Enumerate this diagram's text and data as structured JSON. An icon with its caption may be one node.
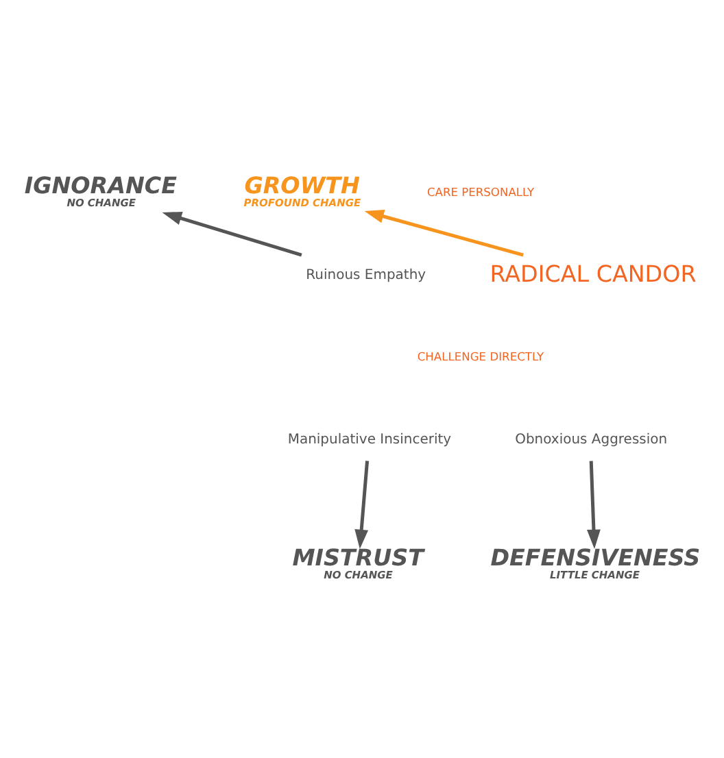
{
  "diagram": {
    "nodes": [
      {
        "text": [
          "IGNORANCE",
          "NO CHANGE"
        ]
      },
      {
        "text": [
          "GROWTH",
          "PROFOUND CHANGE"
        ]
      },
      {
        "text": [
          "Ruinous Empathy"
        ]
      },
      {
        "text": [
          "RADICAL CANDOR"
        ]
      },
      {
        "text": [
          "Manipulative Insincerity"
        ]
      },
      {
        "text": [
          "Obnoxious Aggression"
        ]
      },
      {
        "text": [
          "MISTRUST",
          "NO CHANGE"
        ]
      },
      {
        "text": [
          "DEFENSIVENESS",
          "LITTLE CHANGE"
        ]
      }
    ],
    "edges": [
      {
        "from": 2,
        "to": 0,
        "arrow": "to"
      },
      {
        "from": 3,
        "to": 1,
        "arrow": "to",
        "color": "#f7941d"
      },
      {
        "from": 4,
        "to": 6,
        "arrow": "to"
      },
      {
        "from": 5,
        "to": 7,
        "arrow": "to"
      }
    ],
    "labels": [
      "CARE PERSONALLY",
      "CHALLENGE DIRECTLY"
    ]
  }
}
